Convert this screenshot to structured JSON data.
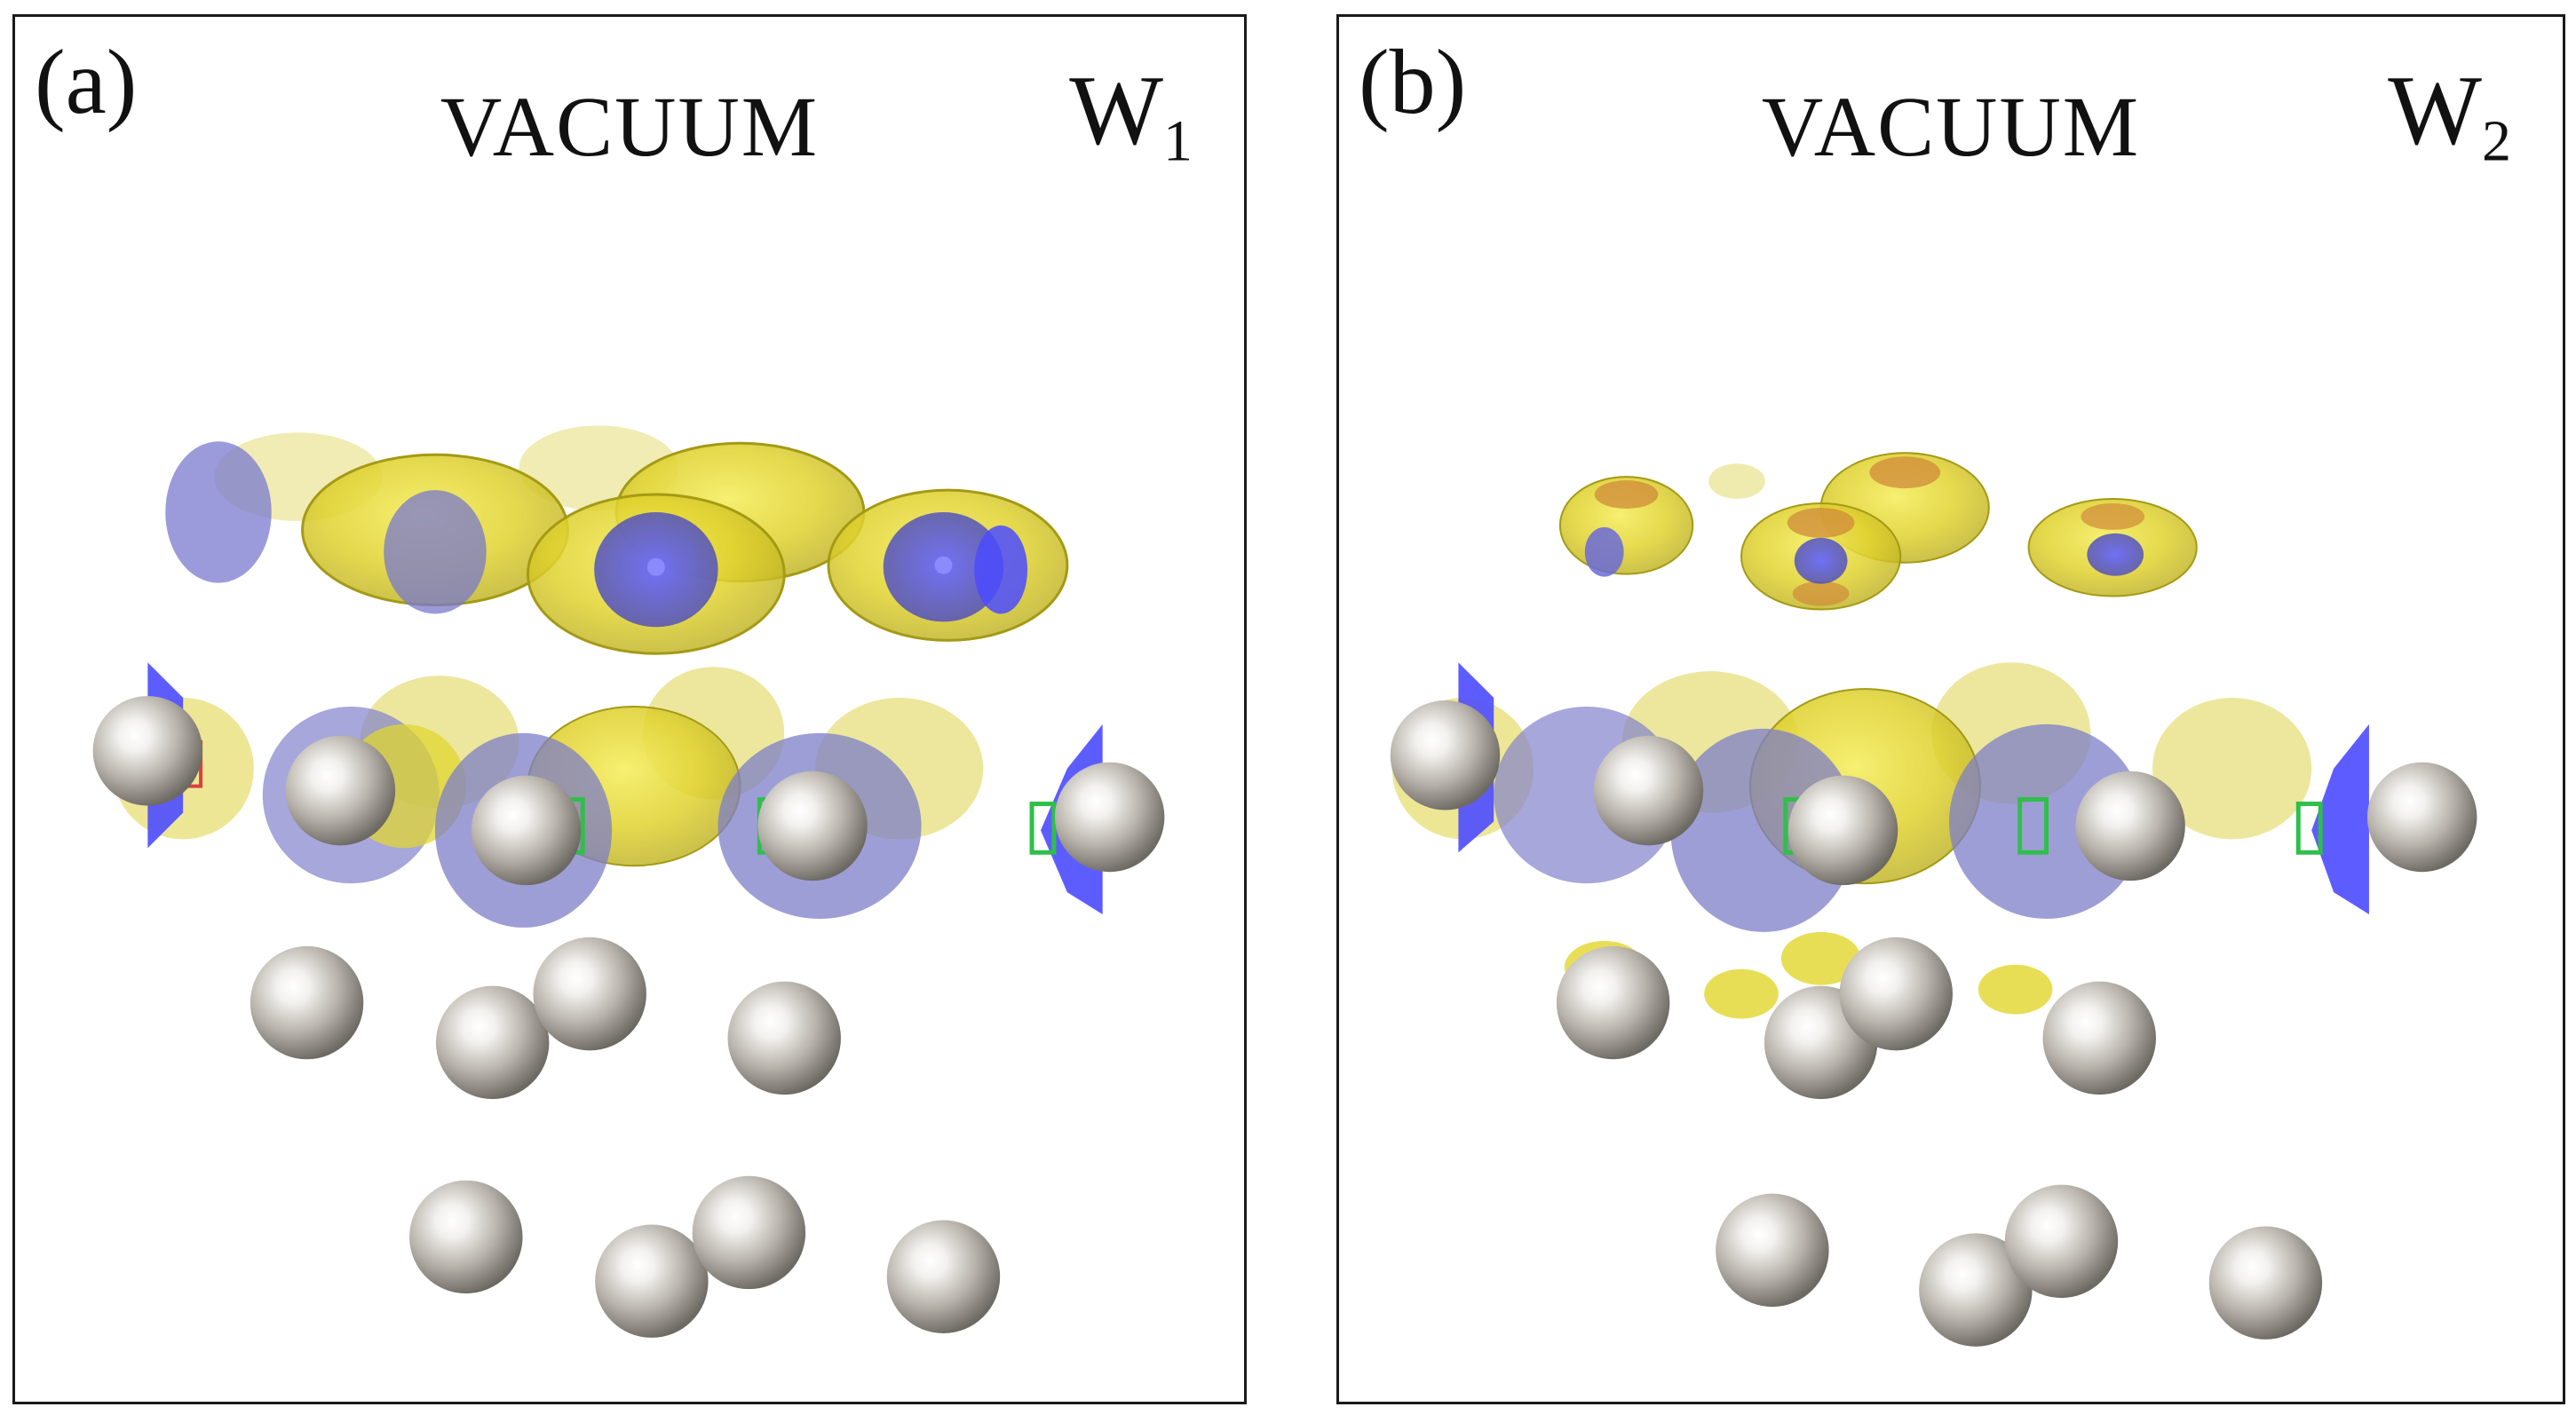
{
  "panels": [
    {
      "tag": "(a)",
      "region": "VACUUM",
      "surface": "W",
      "surface_index": "1"
    },
    {
      "tag": "(b)",
      "region": "VACUUM",
      "surface": "W",
      "surface_index": "2"
    }
  ],
  "colors": {
    "charge_accumulation": "#e2d83a",
    "charge_depletion": "#5a5ae6",
    "atom_core": "#b8b3ab",
    "atom_highlight": "#ffffff"
  },
  "icons": {
    "atom": "gray-sphere-atom",
    "isosurface": "charge-density-isosurface"
  }
}
